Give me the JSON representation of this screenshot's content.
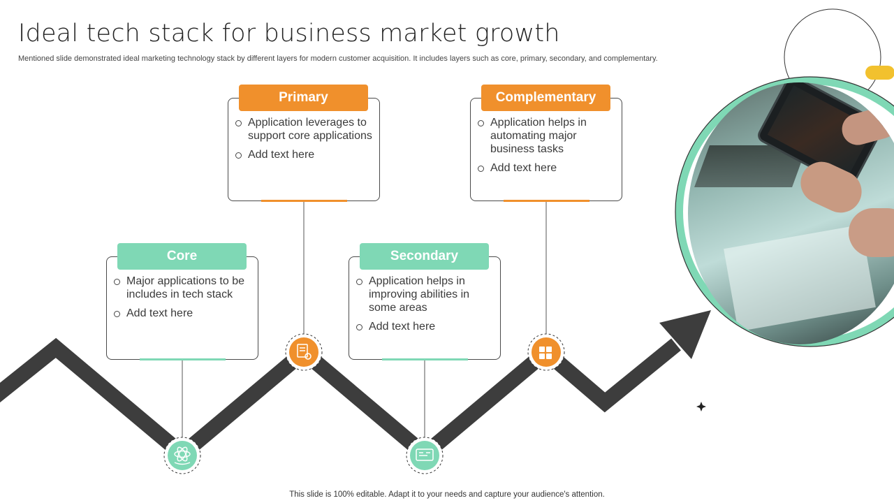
{
  "header": {
    "title": "Ideal tech stack for business market growth",
    "subtitle": "Mentioned slide demonstrated ideal marketing technology stack by different layers for modern customer acquisition. It includes layers such as core, primary, secondary, and complementary."
  },
  "footer": {
    "text": "This slide is 100% editable. Adapt it to your needs and capture your audience's attention."
  },
  "colors": {
    "orange": "#f0902c",
    "green": "#7fd8b5",
    "arrow": "#3d3d3d",
    "ring": "#7fd8b5"
  },
  "layers": [
    {
      "name": "Core",
      "color": "green",
      "items": [
        "Major applications to be includes in tech stack",
        "Add text here"
      ],
      "icon": "atom-hand-icon"
    },
    {
      "name": "Primary",
      "color": "orange",
      "items": [
        "Application leverages to support core applications",
        "Add text here"
      ],
      "icon": "document-gear-icon"
    },
    {
      "name": "Secondary",
      "color": "green",
      "items": [
        "Application helps in improving abilities in some areas",
        "Add text here"
      ],
      "icon": "dashboard-icon"
    },
    {
      "name": "Complementary",
      "color": "orange",
      "items": [
        "Application helps in automating major business tasks",
        "Add text here"
      ],
      "icon": "puzzle-icon"
    }
  ]
}
